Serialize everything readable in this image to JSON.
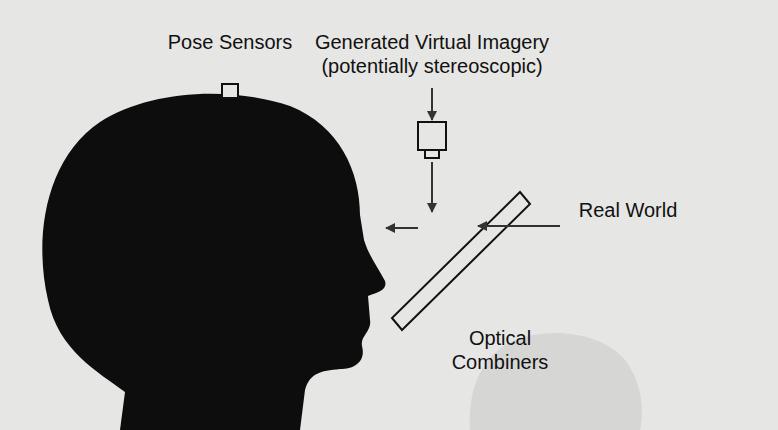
{
  "diagram": {
    "labels": [
      "Pose Sensors",
      "Generated Virtual Imagery (potentially stereoscopic)",
      "Real World",
      "Optical Combiners"
    ]
  }
}
